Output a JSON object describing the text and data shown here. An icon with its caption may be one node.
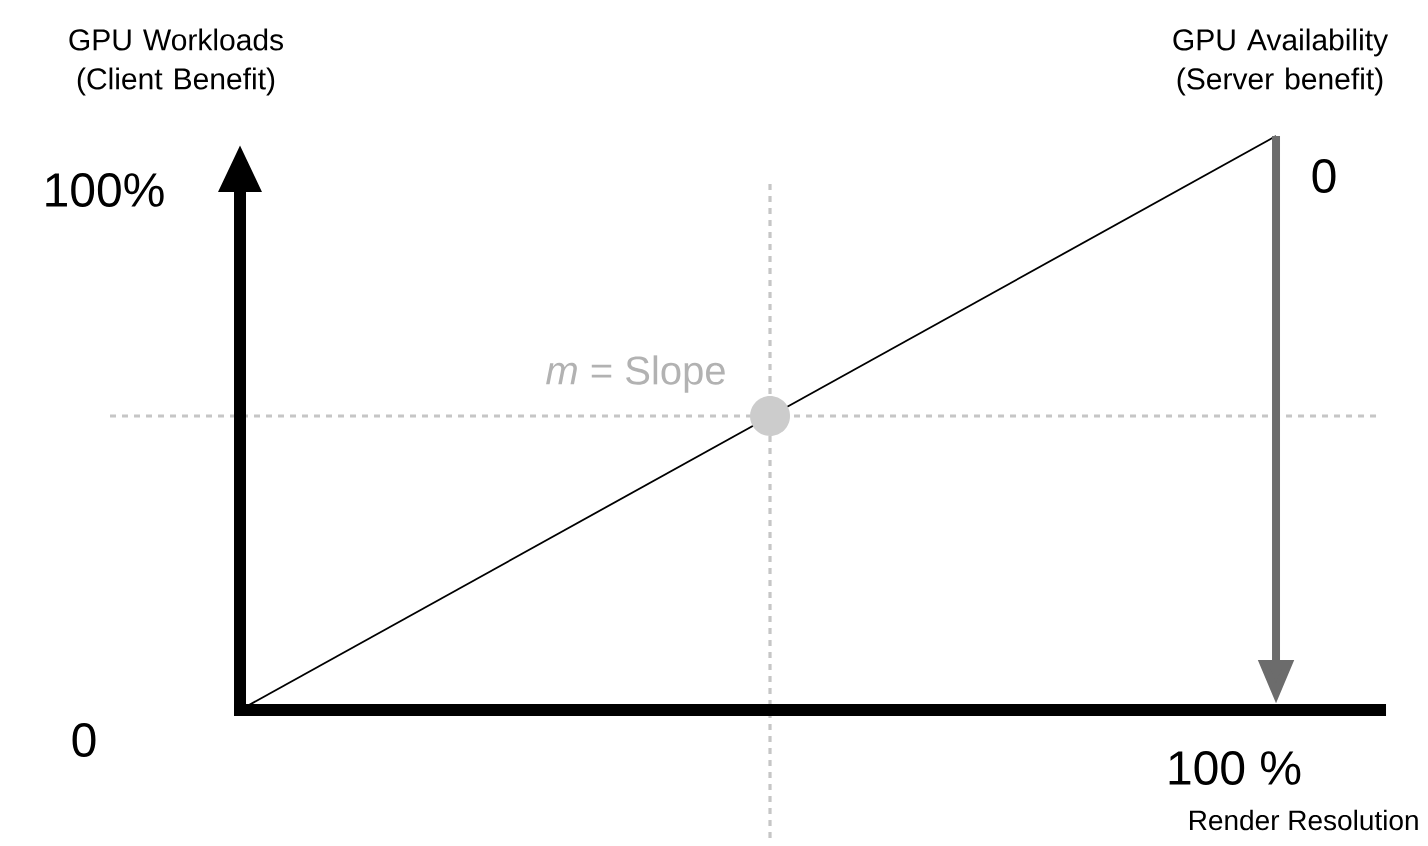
{
  "diagram": {
    "labels": [
      "GPU Workloads (Client Benefit)",
      "GPU Availability (Server benefit)",
      "100%",
      "0",
      "*m* = Slope",
      "0",
      "100 %",
      "Render Resolution"
    ]
  }
}
